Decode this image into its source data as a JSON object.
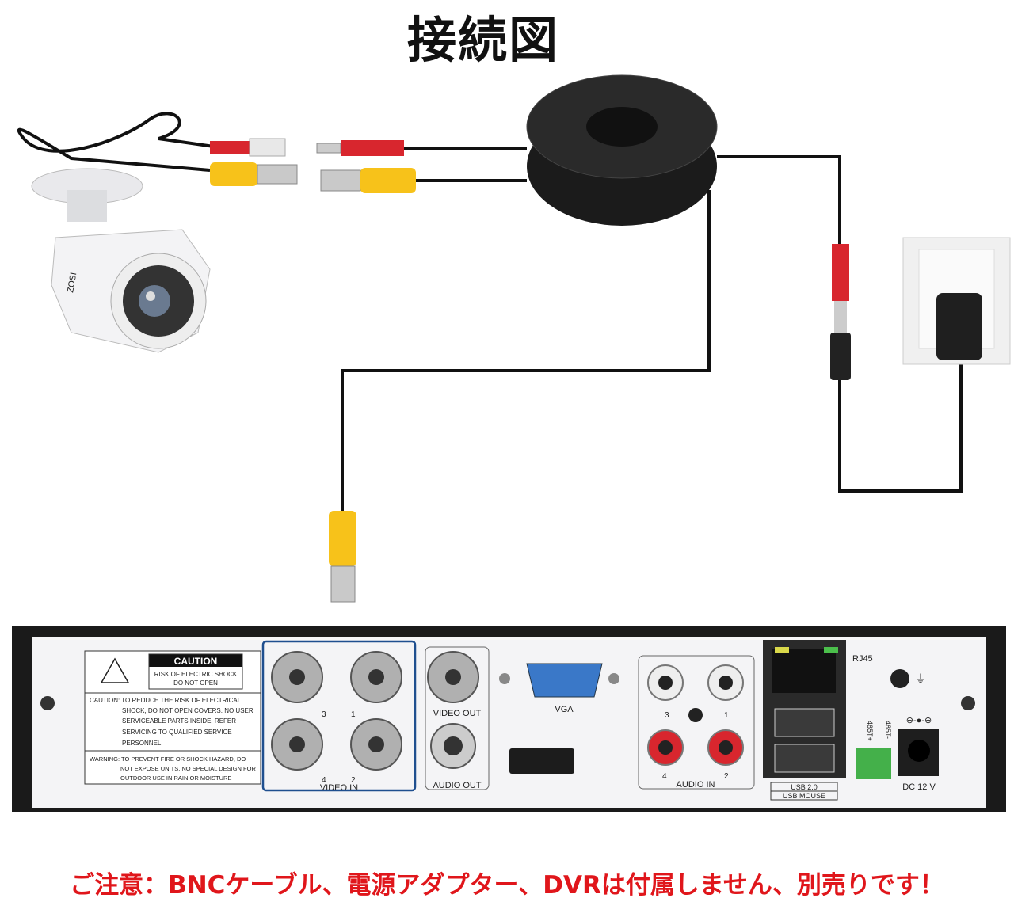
{
  "title": "接続図",
  "camera": {
    "brand": "ZOSI"
  },
  "caution_label": {
    "header": "CAUTION",
    "sub1": "RISK OF ELECTRIC SHOCK",
    "sub2": "DO NOT OPEN",
    "caution_lines": [
      "CAUTION: TO REDUCE THE RISK OF ELECTRICAL",
      "SHOCK, DO NOT OPEN COVERS. NO USER",
      "SERVICEABLE PARTS INSIDE. REFER",
      "SERVICING TO QUALIFIED SERVICE",
      "PERSONNEL"
    ],
    "warning_lines": [
      "WARNING: TO PREVENT FIRE OR SHOCK HAZARD, DO",
      "NOT EXPOSE UNITS. NO SPECIAL DESIGN FOR",
      "OUTDOOR USE IN RAIN OR MOISTURE"
    ]
  },
  "ports": {
    "video_in": "VIDEO IN",
    "video_in_numbers": [
      "3",
      "1",
      "4",
      "2"
    ],
    "video_out": "VIDEO OUT",
    "audio_out": "AUDIO OUT",
    "vga": "VGA",
    "audio_in": "AUDIO IN",
    "audio_in_numbers": [
      "3",
      "1",
      "4",
      "2"
    ],
    "rj45": "RJ45",
    "usb1": "USB 2.0",
    "usb2": "USB MOUSE",
    "rs485_plus": "485T+",
    "rs485_minus": "485T-",
    "dc": "DC 12 V"
  },
  "notice": "ご注意：BNCケーブル、電源アダプター、DVRは付属しません、別売りです！",
  "colors": {
    "notice": "#e0161b",
    "video_in_frame": "#1f4f8f",
    "bnc_yellow": "#f7c21a",
    "power_red": "#d8262e"
  }
}
